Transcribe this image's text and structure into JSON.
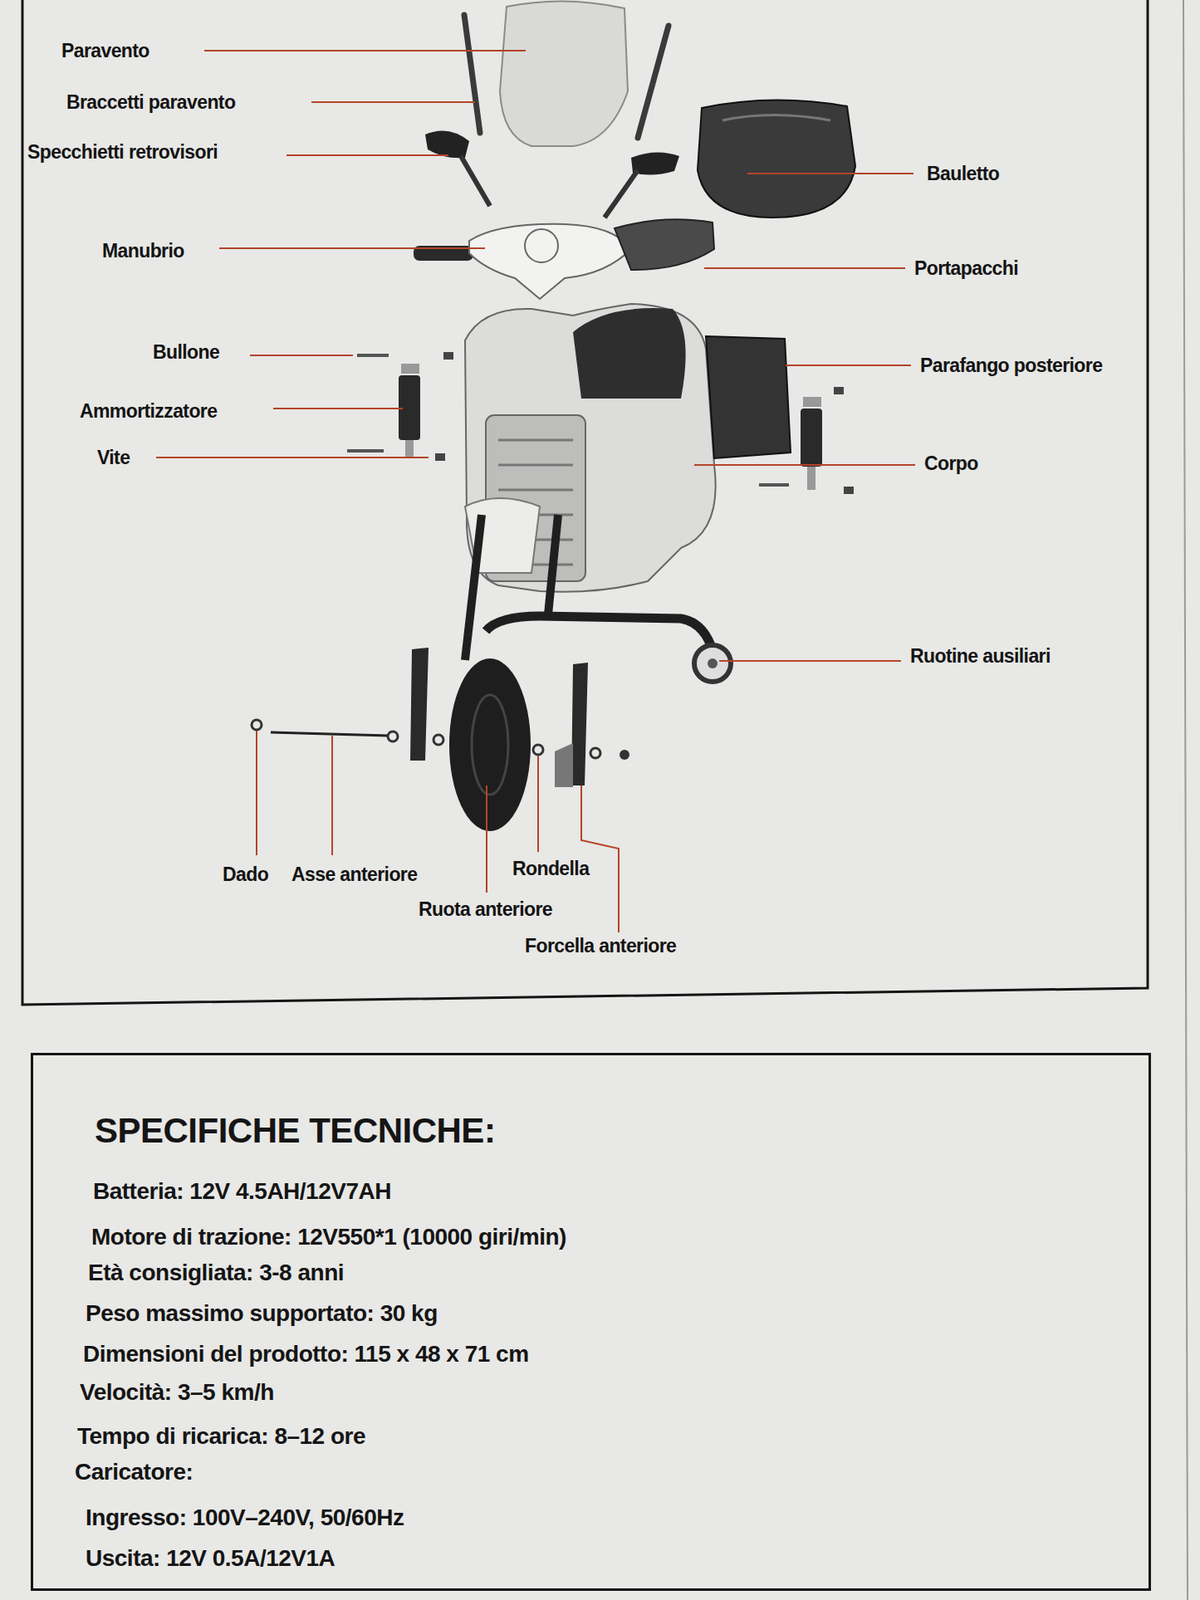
{
  "diagram": {
    "nodes": [
      {
        "text": [
          "SPECIFICHE TECNICHE:",
          "Batteria: 12V 4.5AH/12V7AH",
          "Motore di trazione: 12V550*1 (10000 giri/min)",
          "Età consigliata: 3-8 anni",
          "Peso massimo supportato: 30 kg",
          "Dimensioni del prodotto: 115 x 48 x 71 cm",
          "Velocità: 3–5 km/h",
          "Tempo di ricarica: 8–12 ore",
          "Caricatore:",
          "Ingresso: 100V–240V, 50/60Hz",
          "Uscita: 12V 0.5A/12V1A"
        ]
      }
    ],
    "labels": [
      "Paravento",
      "Braccetti paravento",
      "Specchietti retrovisori",
      "Bauletto",
      "Manubrio",
      "Portapacchi",
      "Bullone",
      "Parafango posteriore",
      "Ammortizzatore",
      "Vite",
      "Corpo",
      "Ruotine ausiliari",
      "Dado",
      "Asse anteriore",
      "Rondella",
      "Ruota anteriore",
      "Forcella anteriore"
    ]
  }
}
